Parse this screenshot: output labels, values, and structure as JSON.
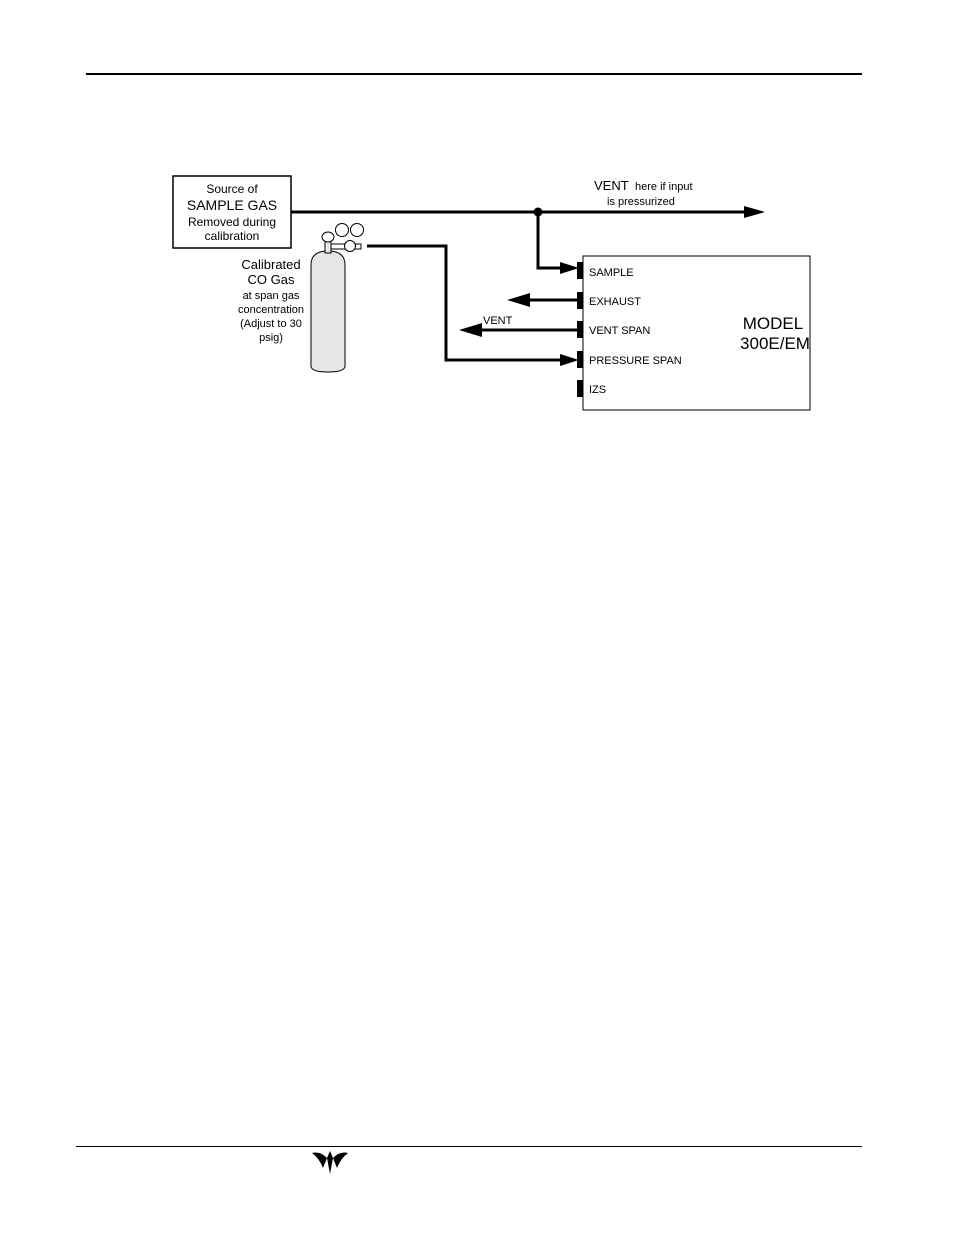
{
  "diagram": {
    "source_box": {
      "line1": "Source of",
      "line2": "SAMPLE GAS",
      "line3": "Removed during",
      "line4": "calibration"
    },
    "vent_top": {
      "word": "VENT",
      "rest": "here if input",
      "line2": "is pressurized"
    },
    "cylinder_label": {
      "line1": "Calibrated",
      "line2": "CO Gas",
      "line3": "at span gas",
      "line4": "concentration",
      "line5": "(Adjust to 30",
      "line6": "psig)"
    },
    "vent_left": "VENT",
    "ports": [
      "SAMPLE",
      "EXHAUST",
      "VENT SPAN",
      "PRESSURE SPAN",
      "IZS"
    ],
    "model": {
      "line1": "MODEL",
      "line2": "300E/EM"
    }
  },
  "footer": {
    "logo": "teledyne-logo-icon"
  }
}
